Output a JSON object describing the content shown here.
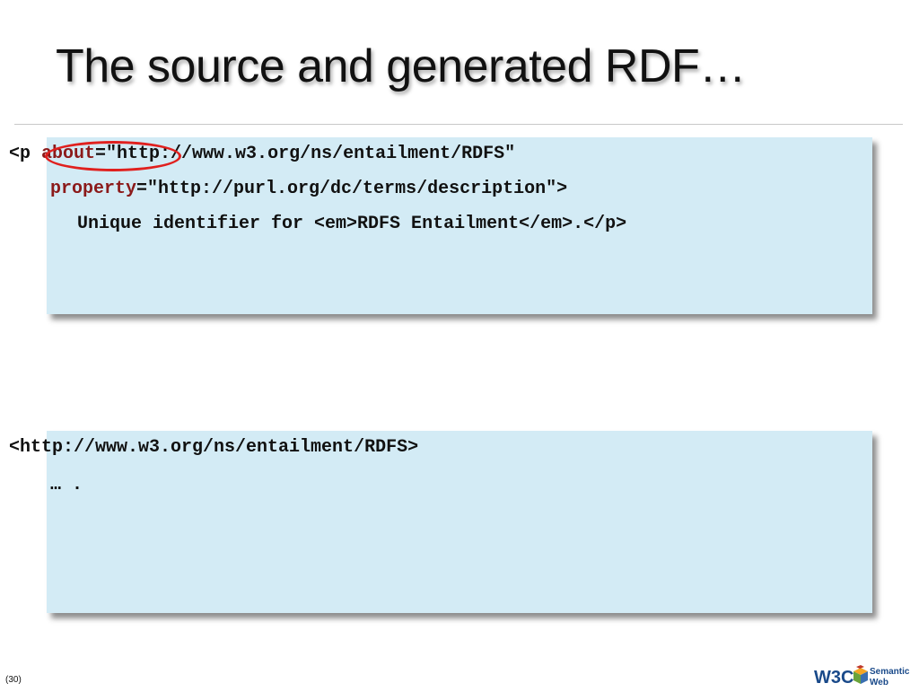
{
  "slide": {
    "title": "The source and generated RDF…",
    "page_number": "(30)"
  },
  "source_code": {
    "line1_prefix": "<p ",
    "line1_attr": "about",
    "line1_rest": "=\"http://www.w3.org/ns/entailment/RDFS\"",
    "line2_attr": "property",
    "line2_rest": "=\"http://purl.org/dc/terms/description\">",
    "line3": "Unique identifier for <em>RDFS Entailment</em>.</p>"
  },
  "generated_rdf": {
    "subject": "<http://www.w3.org/ns/entailment/RDFS>",
    "continuation": "… ."
  },
  "logo": {
    "w3c_text": "W3C",
    "semantic_text": "Semantic",
    "web_text": "Web"
  },
  "colors": {
    "code_box_background": "#d3ebf5",
    "attribute_color": "#8b1a1a",
    "highlight_ellipse": "#e0201e"
  }
}
